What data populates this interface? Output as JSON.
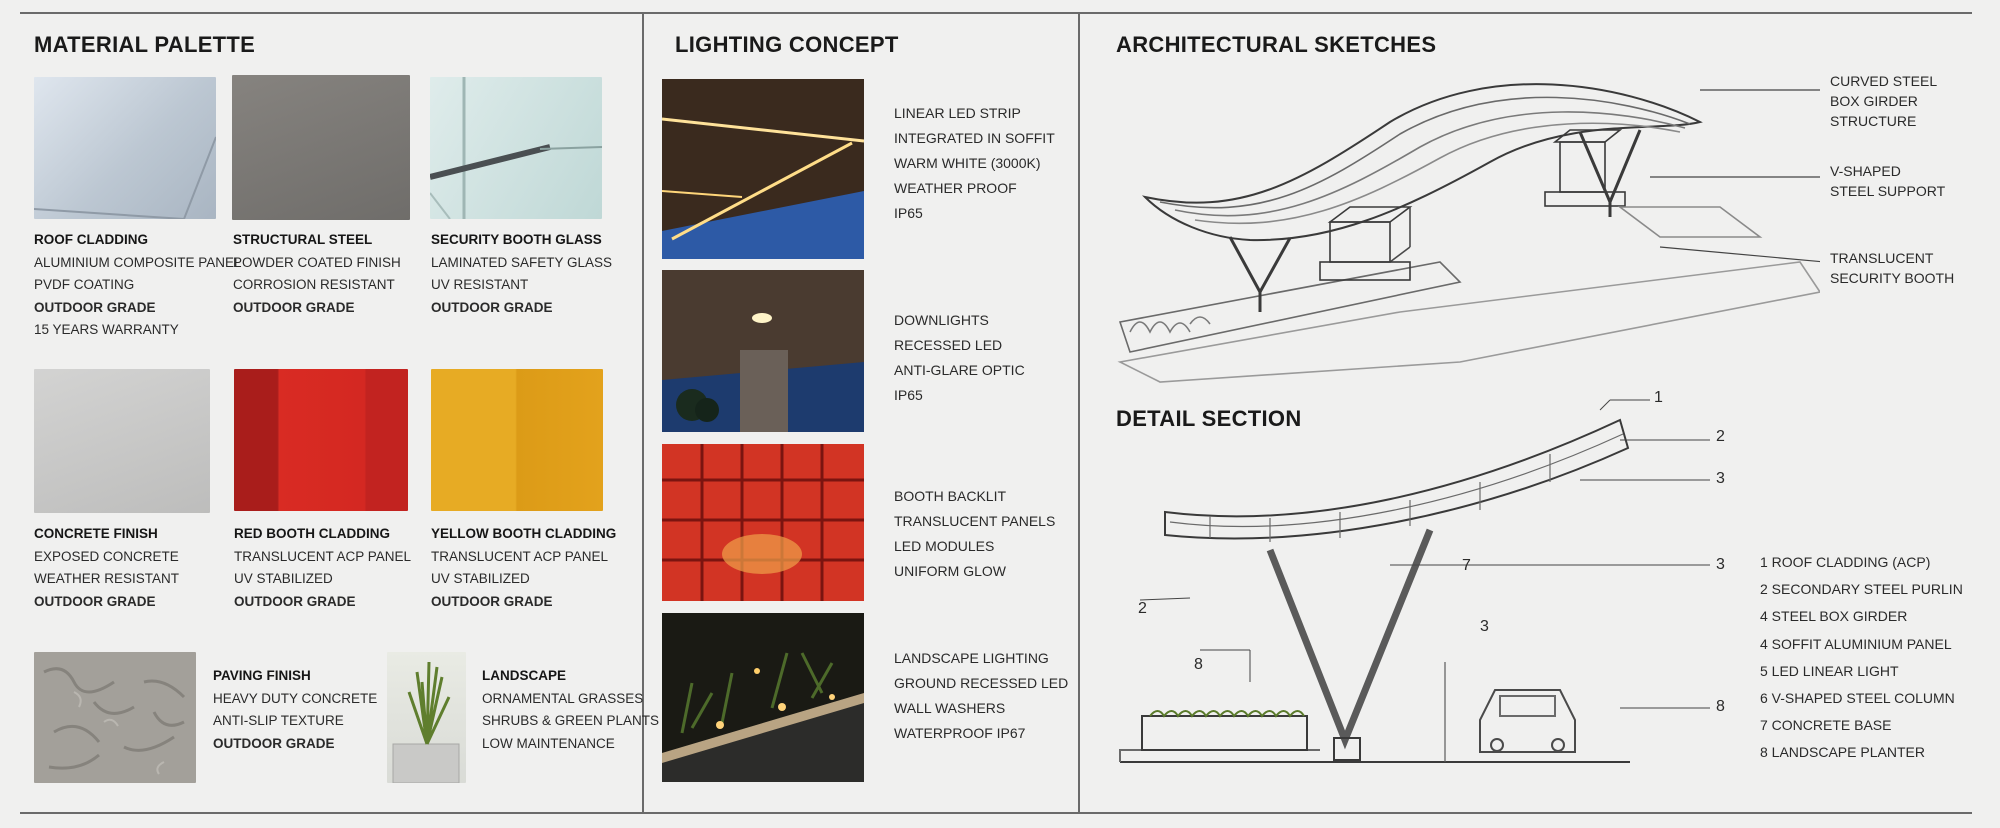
{
  "material": {
    "heading": "MATERIAL PALETTE",
    "items": [
      {
        "title": "ROOF CLADDING",
        "lines": [
          "ALUMINIUM COMPOSITE PANEL",
          "PVDF COATING",
          "OUTDOOR GRADE",
          "15 YEARS WARRANTY"
        ],
        "color": "#c3ccd6"
      },
      {
        "title": "STRUCTURAL STEEL",
        "lines": [
          "POWDER COATED FINISH",
          "CORROSION RESISTANT",
          "OUTDOOR GRADE"
        ],
        "color": "#7a7876"
      },
      {
        "title": "SECURITY BOOTH GLASS",
        "lines": [
          "LAMINATED SAFETY GLASS",
          "UV RESISTANT",
          "OUTDOOR GRADE"
        ],
        "color": "#cfe1df"
      },
      {
        "title": "CONCRETE FINISH",
        "lines": [
          "EXPOSED CONCRETE",
          "WEATHER RESISTANT",
          "OUTDOOR GRADE"
        ],
        "color": "#c9c9c8"
      },
      {
        "title": "RED BOOTH CLADDING",
        "lines": [
          "TRANSLUCENT ACP PANEL",
          "UV STABILIZED",
          "OUTDOOR GRADE"
        ],
        "color": "#d42822"
      },
      {
        "title": "YELLOW BOOTH CLADDING",
        "lines": [
          "TRANSLUCENT ACP PANEL",
          "UV STABILIZED",
          "OUTDOOR GRADE"
        ],
        "color": "#e6a71d"
      },
      {
        "title": "PAVING FINISH",
        "lines": [
          "HEAVY DUTY CONCRETE",
          "ANTI-SLIP TEXTURE",
          "OUTDOOR GRADE"
        ],
        "color": "#9c9a95"
      },
      {
        "title": "LANDSCAPE",
        "lines": [
          "ORNAMENTAL GRASSES",
          "SHRUBS & GREEN PLANTS",
          "LOW MAINTENANCE"
        ],
        "color": "#6f8a3a"
      }
    ]
  },
  "lighting": {
    "heading": "LIGHTING CONCEPT",
    "items": [
      {
        "lines": [
          "LINEAR LED STRIP",
          "INTEGRATED IN SOFFIT",
          "WARM WHITE (3000K)",
          "WEATHER PROOF",
          "IP65"
        ]
      },
      {
        "lines": [
          "DOWNLIGHTS",
          "RECESSED LED",
          "ANTI-GLARE OPTIC",
          "IP65"
        ]
      },
      {
        "lines": [
          "BOOTH BACKLIT",
          "TRANSLUCENT PANELS",
          "LED MODULES",
          "UNIFORM GLOW"
        ]
      },
      {
        "lines": [
          "LANDSCAPE LIGHTING",
          "GROUND RECESSED LED",
          "WALL WASHERS",
          "WATERPROOF IP67"
        ]
      }
    ]
  },
  "sketches": {
    "heading": "ARCHITECTURAL SKETCHES",
    "callouts": [
      {
        "lines": [
          "CURVED STEEL",
          "BOX GIRDER",
          "STRUCTURE"
        ]
      },
      {
        "lines": [
          "V-SHAPED",
          "STEEL SUPPORT"
        ]
      },
      {
        "lines": [
          "TRANSLUCENT",
          "SECURITY BOOTH"
        ]
      }
    ]
  },
  "detail": {
    "heading": "DETAIL SECTION",
    "markers": [
      "1",
      "2",
      "3",
      "3",
      "7",
      "2",
      "3",
      "8",
      "8"
    ],
    "legend": [
      "1  ROOF CLADDING (ACP)",
      "2  SECONDARY STEEL PURLIN",
      "4  STEEL BOX GIRDER",
      "4  SOFFIT ALUMINIUM PANEL",
      "5  LED LINEAR LIGHT",
      "6  V-SHAPED STEEL COLUMN",
      "7  CONCRETE BASE",
      "8  LANDSCAPE PLANTER"
    ]
  }
}
